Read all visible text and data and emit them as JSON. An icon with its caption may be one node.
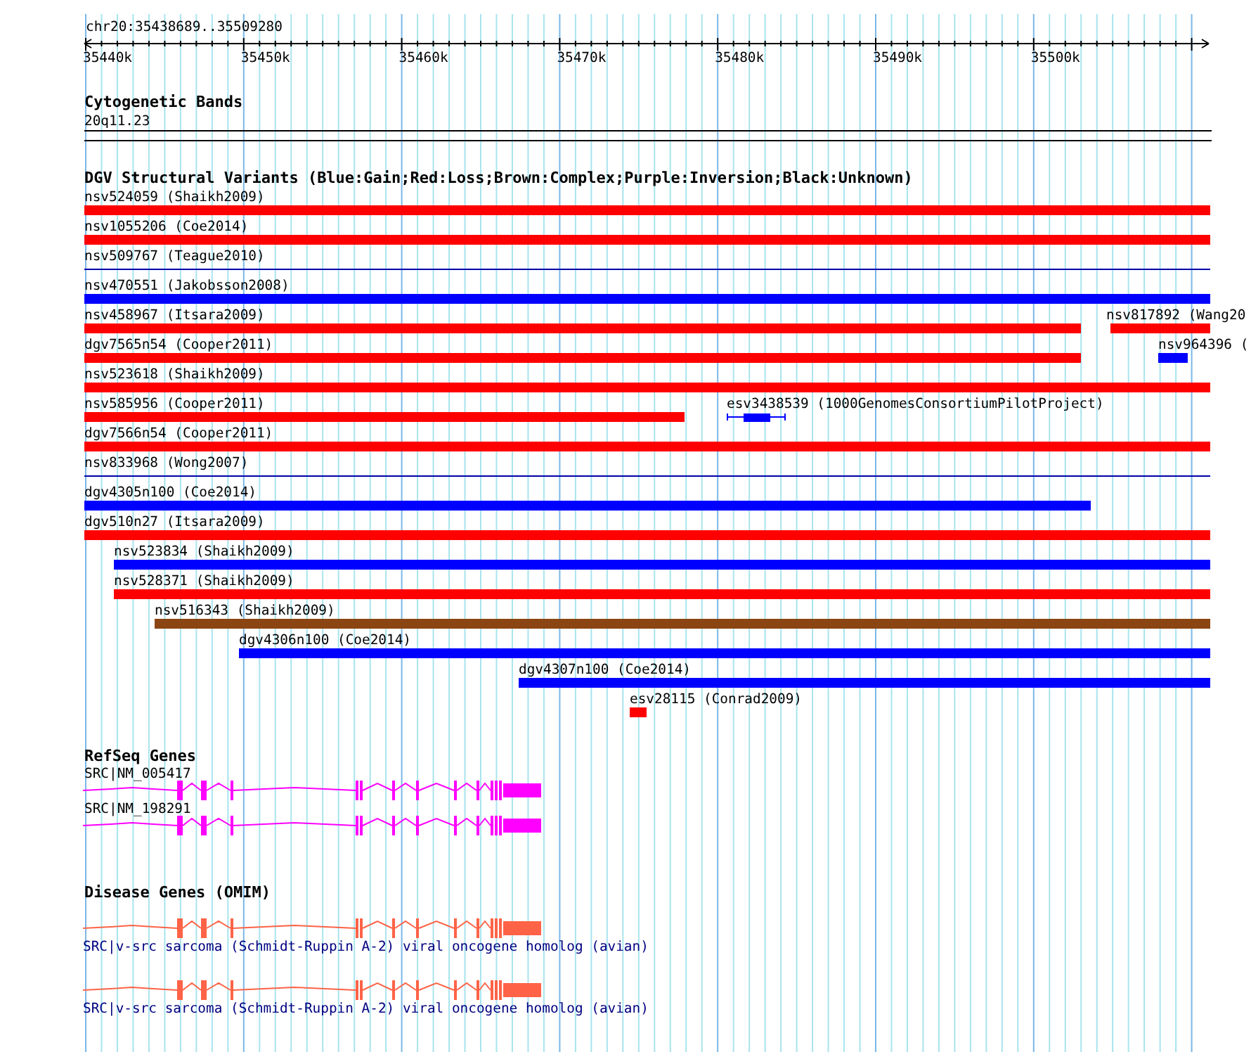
{
  "diagram": {
    "nodes": [
      {
        "text": [],
        "shape": "bar",
        "beside": [
          "nsv524059 (Shaikh2009)"
        ]
      },
      {
        "text": [],
        "shape": "bar",
        "beside": [
          "nsv1055206 (Coe2014)"
        ]
      },
      {
        "text": [],
        "shape": "bar",
        "beside": [
          "nsv509767 (Teague2010)"
        ]
      },
      {
        "text": [],
        "shape": "bar",
        "beside": [
          "nsv470551 (Jakobsson2008)"
        ]
      },
      {
        "text": [],
        "shape": "bar",
        "beside": [
          "nsv458967 (Itsara2009)"
        ]
      },
      {
        "text": [],
        "shape": "bar",
        "beside": [
          "nsv817892 (Wang20"
        ]
      },
      {
        "text": [],
        "shape": "bar",
        "beside": [
          "dgv7565n54 (Cooper2011)"
        ]
      },
      {
        "text": [],
        "shape": "bar",
        "beside": [
          "nsv964396 ("
        ]
      },
      {
        "text": [],
        "shape": "bar",
        "beside": [
          "nsv523618 (Shaikh2009)"
        ]
      },
      {
        "text": [],
        "shape": "bar",
        "beside": [
          "nsv585956 (Cooper2011)"
        ]
      },
      {
        "text": [],
        "shape": "bar",
        "beside": [
          "esv3438539 (1000GenomesConsortiumPilotProject)"
        ]
      },
      {
        "text": [],
        "shape": "bar",
        "beside": [
          "dgv7566n54 (Cooper2011)"
        ]
      },
      {
        "text": [],
        "shape": "bar",
        "beside": [
          "nsv833968 (Wong2007)"
        ]
      },
      {
        "text": [],
        "shape": "bar",
        "beside": [
          "dgv4305n100 (Coe2014)"
        ]
      },
      {
        "text": [],
        "shape": "bar",
        "beside": [
          "dgv510n27 (Itsara2009)"
        ]
      },
      {
        "text": [],
        "shape": "bar",
        "beside": [
          "nsv523834 (Shaikh2009)"
        ]
      },
      {
        "text": [],
        "shape": "bar",
        "beside": [
          "nsv528371 (Shaikh2009)"
        ]
      },
      {
        "text": [],
        "shape": "bar",
        "beside": [
          "nsv516343 (Shaikh2009)"
        ]
      },
      {
        "text": [],
        "shape": "bar",
        "beside": [
          "dgv4306n100 (Coe2014)"
        ]
      },
      {
        "text": [],
        "shape": "bar",
        "beside": [
          "dgv4307n100 (Coe2014)"
        ]
      },
      {
        "text": [],
        "shape": "bar",
        "beside": [
          "esv28115 (Conrad2009)"
        ]
      },
      {
        "text": [],
        "shape": "gene",
        "beside": [
          "SRC|NM_005417"
        ]
      },
      {
        "text": [],
        "shape": "gene",
        "beside": [
          "SRC|NM_198291"
        ]
      },
      {
        "text": [],
        "shape": "gene",
        "beside": [
          "SRC|v-src sarcoma (Schmidt-Ruppin A-2) viral oncogene homolog (avian)"
        ]
      },
      {
        "text": [],
        "shape": "gene",
        "beside": [
          "SRC|v-src sarcoma (Schmidt-Ruppin A-2) viral oncogene homolog (avian)"
        ]
      }
    ],
    "labels": [
      "chr20:35438689..35509280",
      "35440k",
      "35450k",
      "35460k",
      "35470k",
      "35480k",
      "35490k",
      "35500k",
      "Cytogenetic Bands",
      "20q11.23",
      "DGV Structural Variants (Blue:Gain;Red:Loss;Brown:Complex;Purple:Inversion;Black:Unknown)",
      "RefSeq Genes",
      "Disease Genes (OMIM)"
    ]
  }
}
